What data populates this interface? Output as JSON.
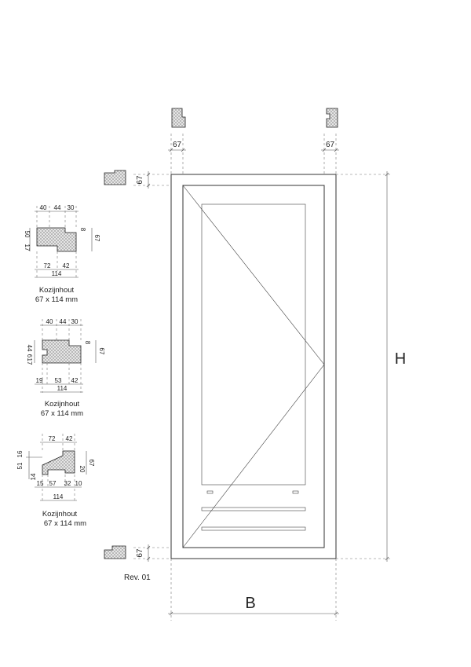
{
  "door": {
    "width_label": "B",
    "height_label": "H",
    "revision": "Rev. 01",
    "frame_dims": {
      "left_top": "67",
      "right_top": "67",
      "head": "67",
      "sill": "67"
    }
  },
  "profiles": [
    {
      "name": "Kozijnhout",
      "size": "67 x 114 mm",
      "top_dims": [
        "40",
        "44",
        "30"
      ],
      "left_dims": [
        "50",
        "17"
      ],
      "right_dims": [
        "8",
        "67"
      ],
      "bottom_dims": [
        "72",
        "42"
      ],
      "total": "114"
    },
    {
      "name": "Kozijnhout",
      "size": "67 x 114 mm",
      "top_dims": [
        "40",
        "44",
        "30"
      ],
      "left_dims": [
        "44",
        "6",
        "17"
      ],
      "right_dims": [
        "8",
        "67"
      ],
      "bottom_dims": [
        "19",
        "53",
        "42"
      ],
      "total": "114"
    },
    {
      "name": "Kozijnhout",
      "size": "67 x 114 mm",
      "top_dims": [
        "72",
        "42"
      ],
      "left_dims": [
        "51",
        "16",
        "14"
      ],
      "right_dims": [
        "20",
        "67"
      ],
      "bottom_dims": [
        "15",
        "57",
        "32",
        "10"
      ],
      "total": "114"
    }
  ]
}
